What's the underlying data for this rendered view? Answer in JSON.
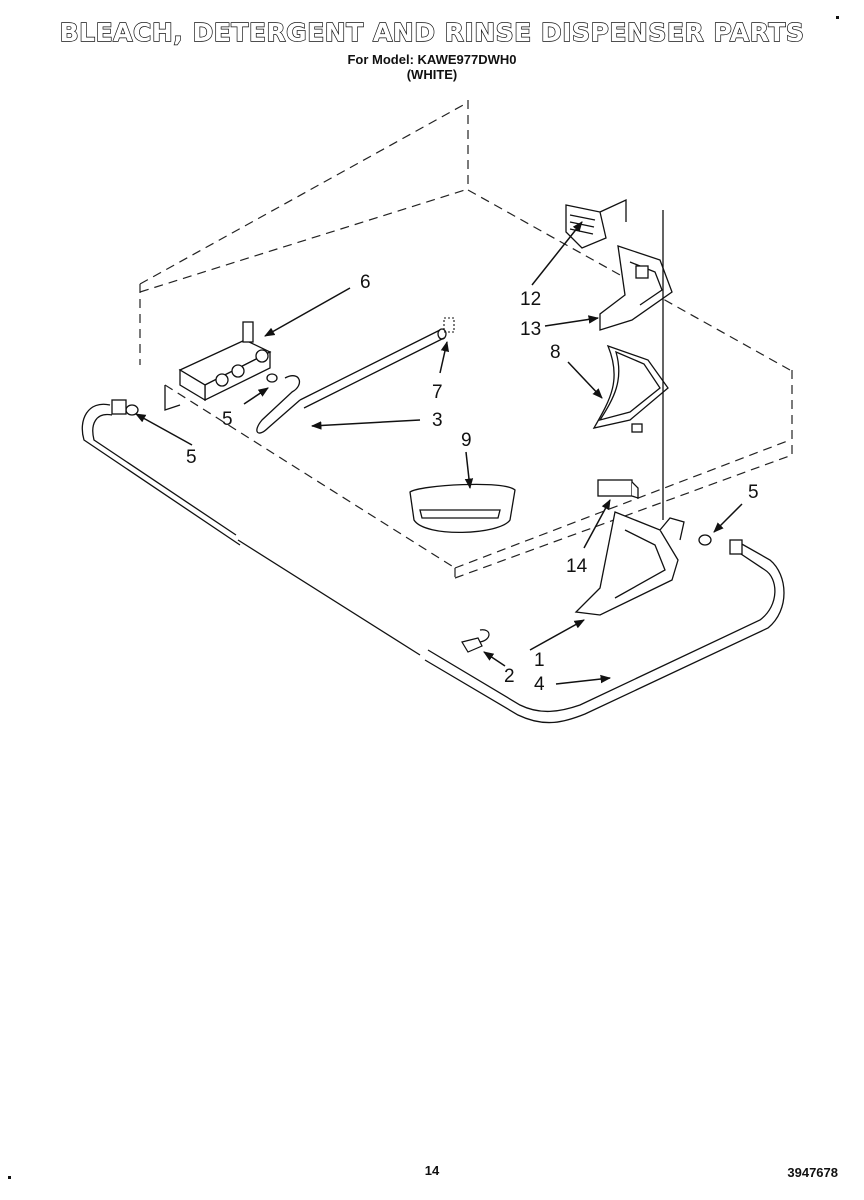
{
  "header": {
    "title": "BLEACH, DETERGENT AND RINSE DISPENSER PARTS",
    "model_line": "For Model: KAWE977DWH0",
    "variant": "(WHITE)"
  },
  "parts": [
    {
      "number": "6"
    },
    {
      "number": "12"
    },
    {
      "number": "13"
    },
    {
      "number": "8"
    },
    {
      "number": "7"
    },
    {
      "number": "5"
    },
    {
      "number": "3"
    },
    {
      "number": "5"
    },
    {
      "number": "9"
    },
    {
      "number": "5"
    },
    {
      "number": "14"
    },
    {
      "number": "1"
    },
    {
      "number": "2"
    },
    {
      "number": "4"
    }
  ],
  "footer": {
    "page_number": "14",
    "doc_code": "3947678"
  }
}
